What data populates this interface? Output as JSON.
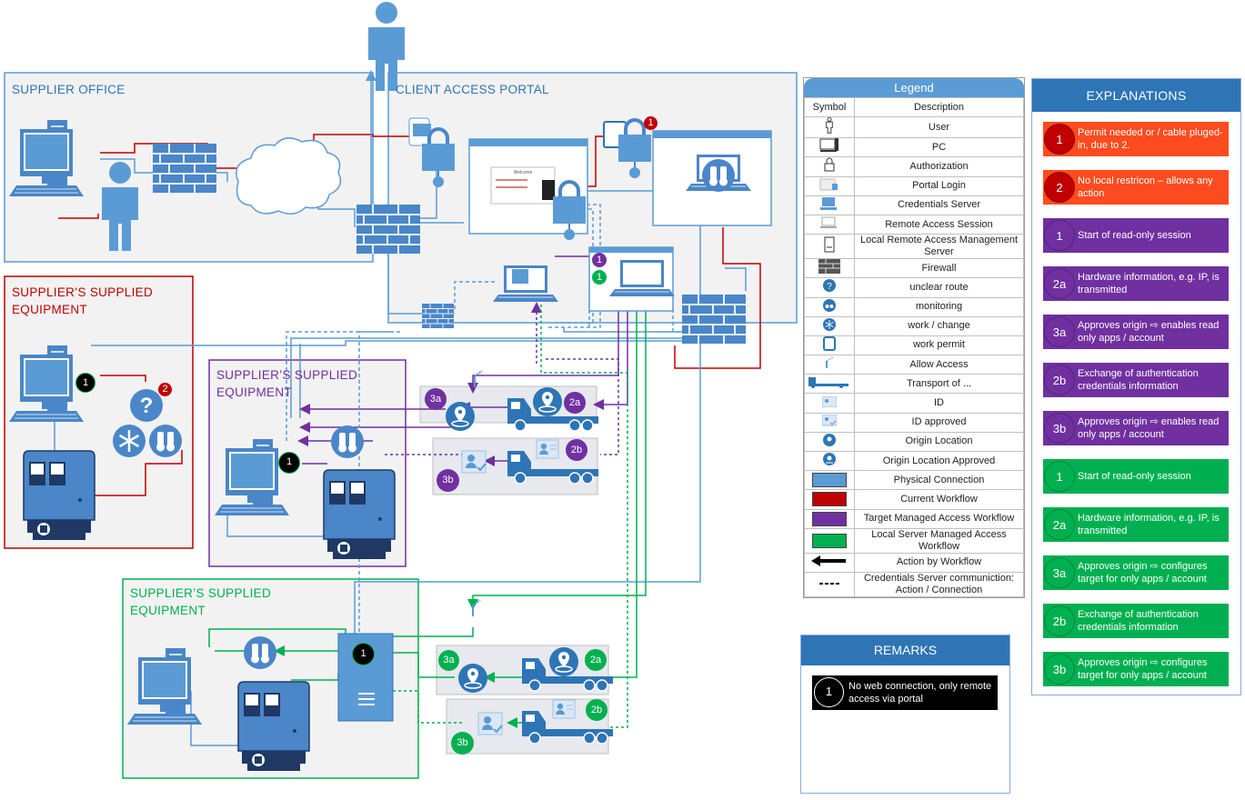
{
  "zones": {
    "supplier_office": "SUPPLIER OFFICE",
    "client_portal": "CLIENT ACCESS PORTAL",
    "equipment_red": "SUPPLIER’S SUPPLIED EQUIPMENT",
    "equipment_purple": "SUPPLIER’S SUPPLIED EQUIPMENT",
    "equipment_green": "SUPPLIER’S SUPPLIED EQUIPMENT"
  },
  "login_window": {
    "title": "Welcome"
  },
  "markers": {
    "one": "1",
    "two": "2",
    "two_a": "2a",
    "two_b": "2b",
    "three_a": "3a",
    "three_b": "3b"
  },
  "legend": {
    "title": "Legend",
    "col_symbol": "Symbol",
    "col_description": "Description",
    "rows": [
      {
        "icon": "user-icon",
        "label": "User"
      },
      {
        "icon": "pc-icon",
        "label": "PC"
      },
      {
        "icon": "padlock-icon",
        "label": "Authorization"
      },
      {
        "icon": "portal-login-icon",
        "label": "Portal Login"
      },
      {
        "icon": "credentials-server-icon",
        "label": "Credentials Server"
      },
      {
        "icon": "remote-session-icon",
        "label": "Remote Access Session"
      },
      {
        "icon": "server-icon",
        "label": "Local Remote Access Management Server"
      },
      {
        "icon": "firewall-icon",
        "label": "Firewall"
      },
      {
        "icon": "question-icon",
        "label": "unclear route"
      },
      {
        "icon": "binoculars-icon",
        "label": "monitoring"
      },
      {
        "icon": "snowflake-icon",
        "label": "work / change"
      },
      {
        "icon": "permit-icon",
        "label": "work permit"
      },
      {
        "icon": "antenna-icon",
        "label": "Allow Access"
      },
      {
        "icon": "truck-icon",
        "label": "Transport of ..."
      },
      {
        "icon": "id-card-icon",
        "label": "ID"
      },
      {
        "icon": "id-approved-icon",
        "label": "ID approved"
      },
      {
        "icon": "location-icon",
        "label": "Origin Location"
      },
      {
        "icon": "location-approved-icon",
        "label": "Origin Location Approved"
      },
      {
        "icon": "physical-connection-swatch",
        "label": "Physical Connection",
        "color": "#5b9bd5"
      },
      {
        "icon": "current-workflow-swatch",
        "label": "Current Workflow",
        "color": "#c00000"
      },
      {
        "icon": "target-workflow-swatch",
        "label": "Target Managed Access Workflow",
        "color": "#7030a0"
      },
      {
        "icon": "local-server-workflow-swatch",
        "label": "Local Server Managed Access Workflow",
        "color": "#00b050"
      },
      {
        "icon": "arrow-left-icon",
        "label": "Action by Workflow"
      },
      {
        "icon": "dashed-line-icon",
        "label": "Credentials Server communiction: Action / Connection"
      }
    ]
  },
  "explanations": {
    "title": "EXPLANATIONS",
    "items": [
      {
        "badge": "1",
        "text": "Permit needed or / cable pluged-in, due to 2.",
        "color": "#ff4b1f",
        "badge_color": "#c00000"
      },
      {
        "badge": "2",
        "text": "No local restricon – allows any action",
        "color": "#ff4b1f",
        "badge_color": "#c00000"
      },
      {
        "badge": "1",
        "text": "Start of read-only session",
        "color": "#7030a0",
        "badge_color": "#7030a0"
      },
      {
        "badge": "2a",
        "text": "Hardware information, e.g. IP, is transmitted",
        "color": "#7030a0",
        "badge_color": "#7030a0"
      },
      {
        "badge": "3a",
        "text": "Approves origin ⇨ enables read only apps / account",
        "color": "#7030a0",
        "badge_color": "#7030a0"
      },
      {
        "badge": "2b",
        "text": "Exchange of authentication credentials information",
        "color": "#7030a0",
        "badge_color": "#7030a0"
      },
      {
        "badge": "3b",
        "text": "Approves origin ⇨ enables read only apps / account",
        "color": "#7030a0",
        "badge_color": "#7030a0"
      },
      {
        "badge": "1",
        "text": "Start of read-only session",
        "color": "#00b050",
        "badge_color": "#00b050"
      },
      {
        "badge": "2a",
        "text": "Hardware information, e.g. IP, is transmitted",
        "color": "#00b050",
        "badge_color": "#00b050"
      },
      {
        "badge": "3a",
        "text": "Approves origin ⇨ configures target for only apps / account",
        "color": "#00b050",
        "badge_color": "#00b050"
      },
      {
        "badge": "2b",
        "text": "Exchange of authentication credentials information",
        "color": "#00b050",
        "badge_color": "#00b050"
      },
      {
        "badge": "3b",
        "text": "Approves origin ⇨ configures target for only apps / account",
        "color": "#00b050",
        "badge_color": "#00b050"
      }
    ]
  },
  "remarks": {
    "title": "REMARKS",
    "badge": "1",
    "text": "No web connection, only remote access via portal"
  },
  "colors": {
    "physical": "#5b9bd5",
    "current": "#c00000",
    "target": "#7030a0",
    "local": "#00b050",
    "device": "#4a86c8"
  }
}
